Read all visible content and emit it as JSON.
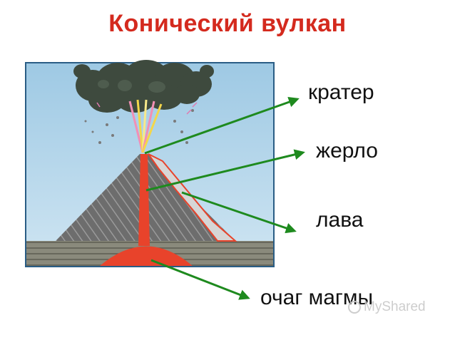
{
  "title": "Конический вулкан",
  "labels": {
    "crater": "кратер",
    "vent": "жерло",
    "lava": "лава",
    "magma_chamber": "очаг магмы"
  },
  "watermark": "MyShared",
  "colors": {
    "title": "#d42a1e",
    "arrow": "#1e8a1e",
    "sky": "#b9d9ec",
    "lava": "#e8432b",
    "cone": "#6f6f6f",
    "smoke": "#3e4a3e"
  }
}
